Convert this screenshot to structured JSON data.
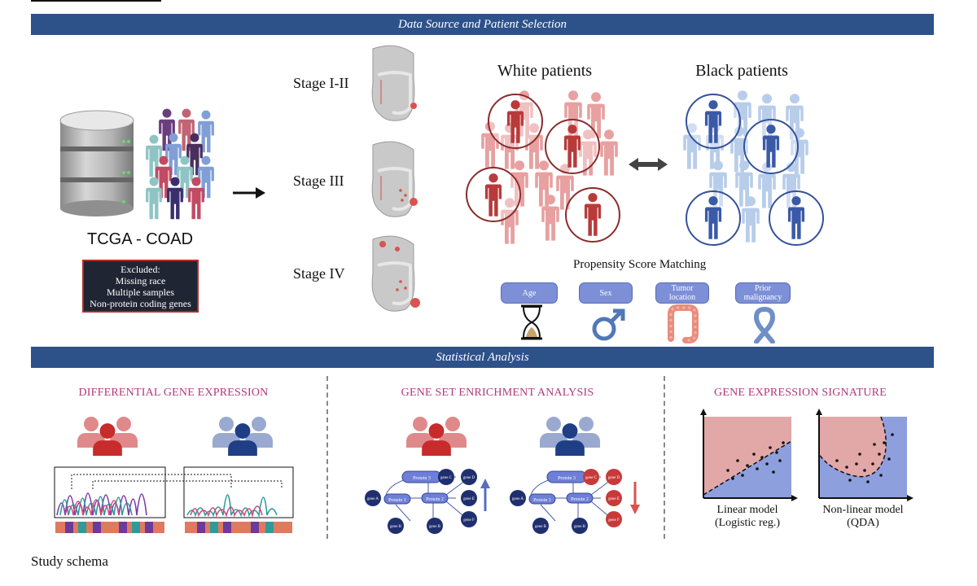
{
  "header": {
    "title": "Data Source and Patient Selection"
  },
  "data_source": {
    "label": "TCGA - COAD"
  },
  "excluded": {
    "title": "Excluded:",
    "items": [
      "Missing race",
      "Multiple samples",
      "Non-protein coding genes"
    ]
  },
  "stages": [
    {
      "label": "Stage I-II"
    },
    {
      "label": "Stage III"
    },
    {
      "label": "Stage IV"
    }
  ],
  "populations": {
    "white": "White patients",
    "black": "Black patients"
  },
  "psm": {
    "title": "Propensity Score Matching",
    "covariates": [
      "Age",
      "Sex",
      "Tumor location",
      "Prior malignancy"
    ]
  },
  "analysis": {
    "title": "Statistical Analysis",
    "sections": [
      {
        "title": "DIFFERENTIAL GENE EXPRESSION"
      },
      {
        "title": "GENE SET ENRICHMENT ANALYSIS"
      },
      {
        "title": "GENE EXPRESSION SIGNATURE"
      }
    ],
    "pathway_labels": {
      "protein3": "Protein 3",
      "protein1": "Protein 1",
      "protein2": "Protein 2",
      "geneA": "gene A",
      "geneB": "gene B",
      "geneC": "gene C",
      "geneD": "gene D",
      "geneE": "gene E",
      "geneF": "gene F"
    },
    "models": [
      {
        "name": "Linear model",
        "detail": "(Logistic reg.)"
      },
      {
        "name": "Non-linear model",
        "detail": "(QDA)"
      }
    ]
  },
  "footer": {
    "caption": "Study schema"
  },
  "colors": {
    "band": "#2d5189",
    "white_group": "#b83a3a",
    "black_group": "#3a5aa8",
    "title_accent": "#b03a78"
  },
  "icons": [
    "database-icon",
    "people-group-icon",
    "right-arrow-icon",
    "colon-icon",
    "double-arrow-icon",
    "hourglass-icon",
    "male-symbol-icon",
    "intestine-icon",
    "awareness-ribbon-icon",
    "up-arrow-icon",
    "down-arrow-icon"
  ]
}
